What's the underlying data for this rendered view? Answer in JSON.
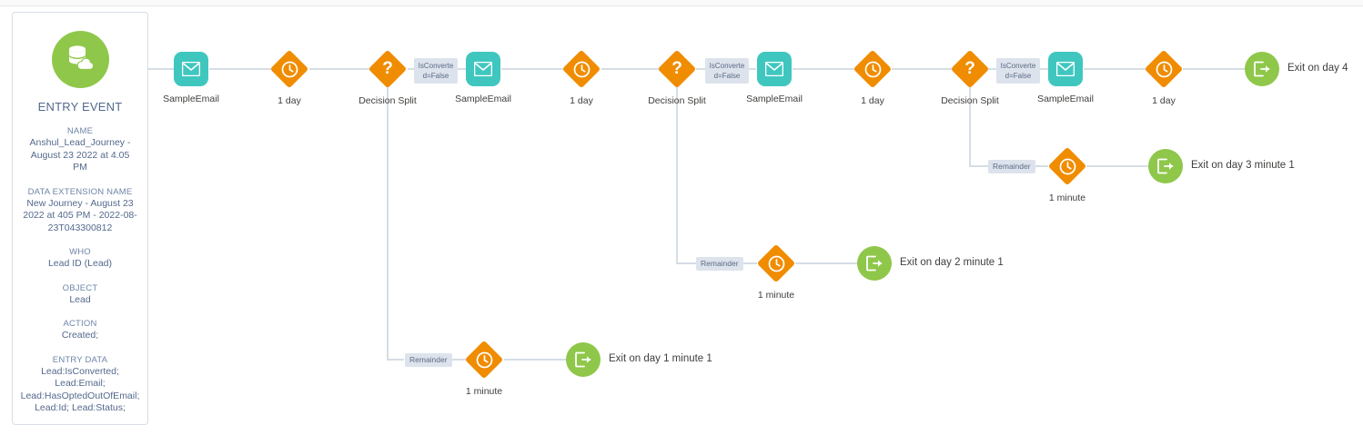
{
  "app": {
    "name": "journey-builder-canvas"
  },
  "entry_event": {
    "icon": "data-source-icon",
    "title": "ENTRY EVENT",
    "fields": [
      {
        "label": "NAME",
        "lines": [
          "Anshul_Lead_Journey -",
          "August 23 2022 at 4.05",
          "PM"
        ]
      },
      {
        "label": "DATA EXTENSION NAME",
        "lines": [
          "New Journey - August 23",
          "2022 at 405 PM - 2022-08-",
          "23T043300812"
        ]
      },
      {
        "label": "WHO",
        "lines": [
          "Lead ID (Lead)"
        ]
      },
      {
        "label": "OBJECT",
        "lines": [
          "Lead"
        ]
      },
      {
        "label": "ACTION",
        "lines": [
          "Created;"
        ]
      },
      {
        "label": "ENTRY DATA",
        "lines": [
          "Lead:IsConverted;",
          "Lead:Email;",
          "Lead:HasOptedOutOfEmail;",
          "Lead:Id; Lead:Status;"
        ]
      }
    ]
  },
  "colors": {
    "email_node": "#3fc7bf",
    "wait_node": "#f08c00",
    "decision_node": "#f08c00",
    "exit_node": "#8fc74a",
    "entry_icon": "#8fc74a",
    "connector": "#d5dde6",
    "badge_bg": "#dde3ec",
    "panel_text": "#54698d",
    "node_label": "#3e3e3c"
  },
  "badges": {
    "is_converted_false": "IsConverted=False",
    "is_converted_false_l1": "IsConverte",
    "is_converted_false_l2": "d=False",
    "remainder": "Remainder"
  },
  "nodes": {
    "email_1": {
      "label": "SampleEmail",
      "icon": "email-icon"
    },
    "wait_1": {
      "label": "1 day",
      "icon": "clock-icon"
    },
    "decision_1": {
      "label": "Decision Split",
      "icon": "question-mark-icon"
    },
    "email_2": {
      "label": "SampleEmail",
      "icon": "email-icon"
    },
    "wait_2": {
      "label": "1 day",
      "icon": "clock-icon"
    },
    "decision_2": {
      "label": "Decision Split",
      "icon": "question-mark-icon"
    },
    "email_3": {
      "label": "SampleEmail",
      "icon": "email-icon"
    },
    "wait_3": {
      "label": "1 day",
      "icon": "clock-icon"
    },
    "decision_3": {
      "label": "Decision Split",
      "icon": "question-mark-icon"
    },
    "email_4": {
      "label": "SampleEmail",
      "icon": "email-icon"
    },
    "wait_4": {
      "label": "1 day",
      "icon": "clock-icon"
    },
    "exit_main": {
      "label": "Exit on day 4",
      "icon": "exit-icon"
    },
    "wait_branch_3": {
      "label": "1 minute",
      "icon": "clock-icon"
    },
    "exit_branch_3": {
      "label": "Exit on day 3 minute 1",
      "icon": "exit-icon"
    },
    "wait_branch_2": {
      "label": "1 minute",
      "icon": "clock-icon"
    },
    "exit_branch_2": {
      "label": "Exit on day 2 minute 1",
      "icon": "exit-icon"
    },
    "wait_branch_1": {
      "label": "1 minute",
      "icon": "clock-icon"
    },
    "exit_branch_1": {
      "label": "Exit on day 1 minute 1",
      "icon": "exit-icon"
    }
  }
}
